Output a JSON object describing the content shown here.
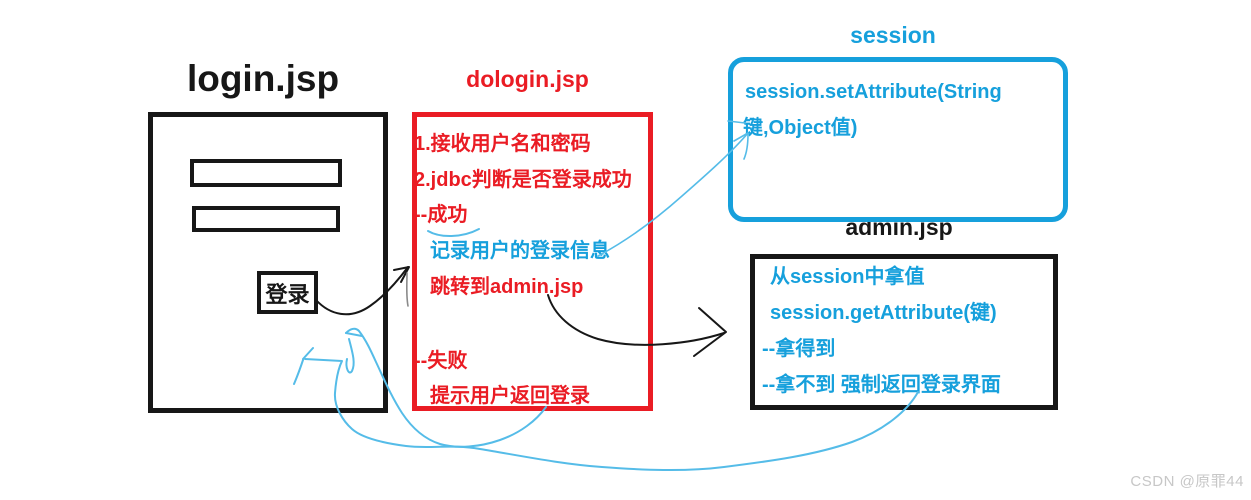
{
  "colors": {
    "red": "#ea1c24",
    "blue": "#16a0dc",
    "light_blue": "#55bce8",
    "black": "#171717",
    "watermark_gray": "#c7c7c7"
  },
  "login": {
    "title": "login.jsp",
    "button_label": "登录"
  },
  "dologin": {
    "title": "dologin.jsp",
    "lines": [
      "1.接收用户名和密码",
      "2.jdbc判断是否登录成功",
      "--成功",
      "记录用户的登录信息",
      "跳转到admin.jsp",
      "--失败",
      "提示用户返回登录"
    ]
  },
  "session_box": {
    "title": "session",
    "line1": "session.setAttribute(String",
    "line2": "键,Object值)"
  },
  "admin": {
    "title": "admin.jsp",
    "lines": [
      "从session中拿值",
      "session.getAttribute(键)",
      "--拿得到",
      "--拿不到 强制返回登录界面"
    ]
  },
  "watermark": "CSDN @原罪44"
}
